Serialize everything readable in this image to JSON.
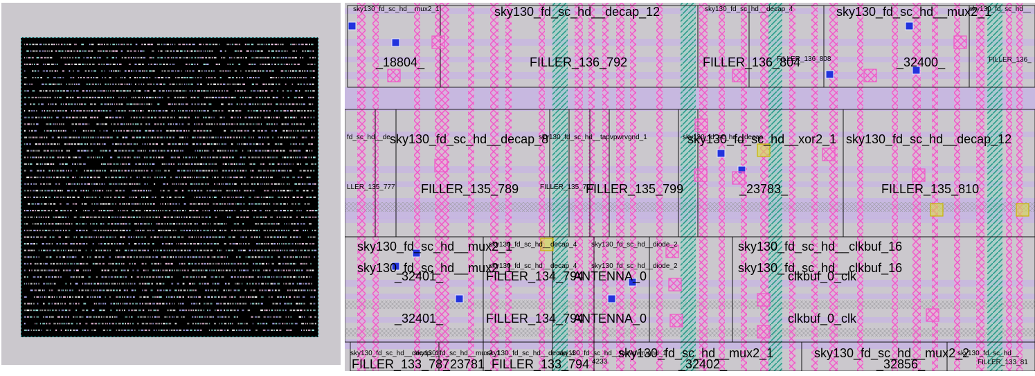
{
  "overview": {},
  "zoom": {
    "colors": {
      "background": "#cbc8cd",
      "metal": "#c7b6e2",
      "poly": "#f07fcf",
      "diff": "#3fb4a0",
      "contact": "#2233dd",
      "via": "#d9dc4a"
    },
    "labels": [
      {
        "text": "sky130_fd_sc_hd__mux2_1",
        "size": "small"
      },
      {
        "text": "sky130_fd_sc_hd__decap_12",
        "size": "big"
      },
      {
        "text": "sky130_fd_sc_hd__decap_4",
        "size": "small"
      },
      {
        "text": "sky130_fd_sc_hd__mux2_1",
        "size": "big"
      },
      {
        "text": "sky130_fd_sc_hd__",
        "size": "small"
      },
      {
        "text": "_18804_",
        "size": "big"
      },
      {
        "text": "FILLER_136_792",
        "size": "big"
      },
      {
        "text": "FILLER_136_804",
        "size": "big"
      },
      {
        "text": "FILLER_136_808",
        "size": "small"
      },
      {
        "text": "_32400_",
        "size": "big"
      },
      {
        "text": "FILLER_136_",
        "size": "small"
      },
      {
        "text": "fd_sc_hd__de",
        "size": "small"
      },
      {
        "text": "sky130_fd_sc_hd__decap_8",
        "size": "big"
      },
      {
        "text": "sky130_fd_sc_hd__tapvpwrvgnd_1",
        "size": "small"
      },
      {
        "text": "sky130_fd_sc_hd__decap",
        "size": "small"
      },
      {
        "text": "sky130_fd_sc_hd__xor2_1",
        "size": "big"
      },
      {
        "text": "sky130_fd_sc_hd__decap_12",
        "size": "big"
      },
      {
        "text": "LLER_135_777",
        "size": "small"
      },
      {
        "text": "FILLER_135_789",
        "size": "big"
      },
      {
        "text": "FILLER_135_797",
        "size": "small"
      },
      {
        "text": "FILLER_135_799",
        "size": "big"
      },
      {
        "text": "_23783_",
        "size": "big"
      },
      {
        "text": "FILLER_135_810",
        "size": "big"
      },
      {
        "text": "sky130_fd_sc_hd__mux2_1",
        "size": "big"
      },
      {
        "text": "sky130_fd_sc_hd__decap_4",
        "size": "small"
      },
      {
        "text": "sky130_fd_sc_hd__diode_2",
        "size": "small"
      },
      {
        "text": "sky130_fd_sc_hd__clkbuf_16",
        "size": "big"
      },
      {
        "text": "sky130_fd_sc_hd__mux2_1",
        "size": "big"
      },
      {
        "text": "sky130_fd_sc_hd__decap_4",
        "size": "small"
      },
      {
        "text": "sky130_fd_sc_hd__diode_2",
        "size": "small"
      },
      {
        "text": "sky130_fd_sc_hd__clkbuf_16",
        "size": "big"
      },
      {
        "text": "_32401_",
        "size": "big"
      },
      {
        "text": "FILLER_134_794",
        "size": "big"
      },
      {
        "text": "ANTENNA_0",
        "size": "big"
      },
      {
        "text": "clkbuf_0_clk",
        "size": "big"
      },
      {
        "text": "_32401_",
        "size": "big"
      },
      {
        "text": "FILLER_134_794",
        "size": "big"
      },
      {
        "text": "ANTENNA_0",
        "size": "big"
      },
      {
        "text": "clkbuf_0_clk",
        "size": "big"
      },
      {
        "text": "sky130_fd_sc_hd__decap_4",
        "size": "small"
      },
      {
        "text": "sky130_fd_sc_hd__mux2_1",
        "size": "small"
      },
      {
        "text": "sky130_fd_sc_hd__decap_4",
        "size": "small"
      },
      {
        "text": "sky130_fd_sc_hd__tapvpwrvgnd_1",
        "size": "small"
      },
      {
        "text": "sky130_fd_sc_hd__mux2_1",
        "size": "big"
      },
      {
        "text": "sky130_fd_sc_hd__mux2_2",
        "size": "big"
      },
      {
        "text": "sky130_fd_sc_hd__",
        "size": "small"
      },
      {
        "text": "FILLER_133_787",
        "size": "big"
      },
      {
        "text": "_23781_",
        "size": "big"
      },
      {
        "text": "FILLER_133_794",
        "size": "big"
      },
      {
        "text": "4233",
        "size": "small"
      },
      {
        "text": "_32402_",
        "size": "big"
      },
      {
        "text": "_32856_",
        "size": "big"
      },
      {
        "text": "FILLER_133_81",
        "size": "small"
      }
    ]
  }
}
